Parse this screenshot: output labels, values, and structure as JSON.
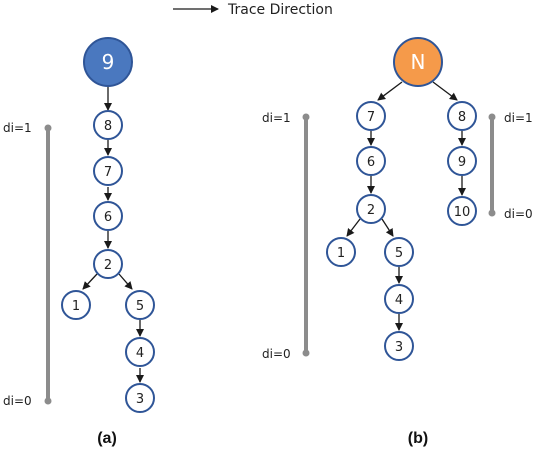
{
  "legend": {
    "arrow_label": "Trace Direction"
  },
  "colors": {
    "root_a": "#4a78bf",
    "root_b": "#f59a4a",
    "node_stroke": "#2f5597",
    "edge": "#1a1a1a",
    "bar": "#8c8c8c"
  },
  "panel_a": {
    "caption": "(a)",
    "root": "9",
    "nodes": [
      "8",
      "7",
      "6",
      "2",
      "1",
      "5",
      "4",
      "3"
    ],
    "bar_top_label": "di=1",
    "bar_bottom_label": "di=0"
  },
  "panel_b": {
    "caption": "(b)",
    "root": "N",
    "nodes": [
      "7",
      "6",
      "2",
      "1",
      "5",
      "4",
      "3",
      "8",
      "9",
      "10"
    ],
    "bar_left_top_label": "di=1",
    "bar_left_bottom_label": "di=0",
    "bar_right_top_label": "di=1",
    "bar_right_bottom_label": "di=0"
  }
}
